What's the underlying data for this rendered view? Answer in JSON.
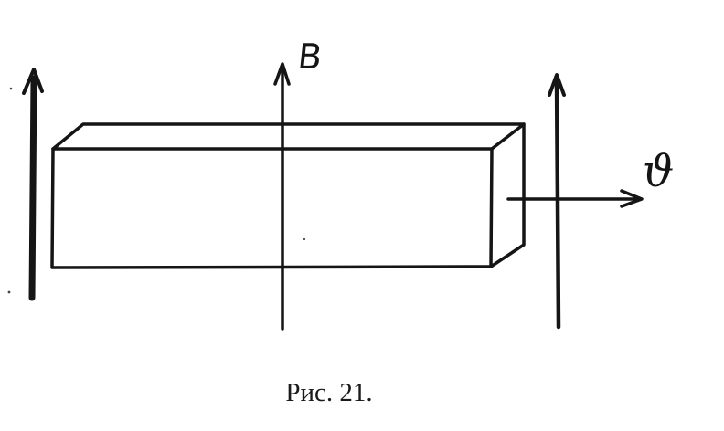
{
  "figure": {
    "field_label": "B",
    "velocity_label": "ϑ",
    "caption": "Рис. 21."
  },
  "colors": {
    "ink": "#151515",
    "background": "#ffffff"
  }
}
